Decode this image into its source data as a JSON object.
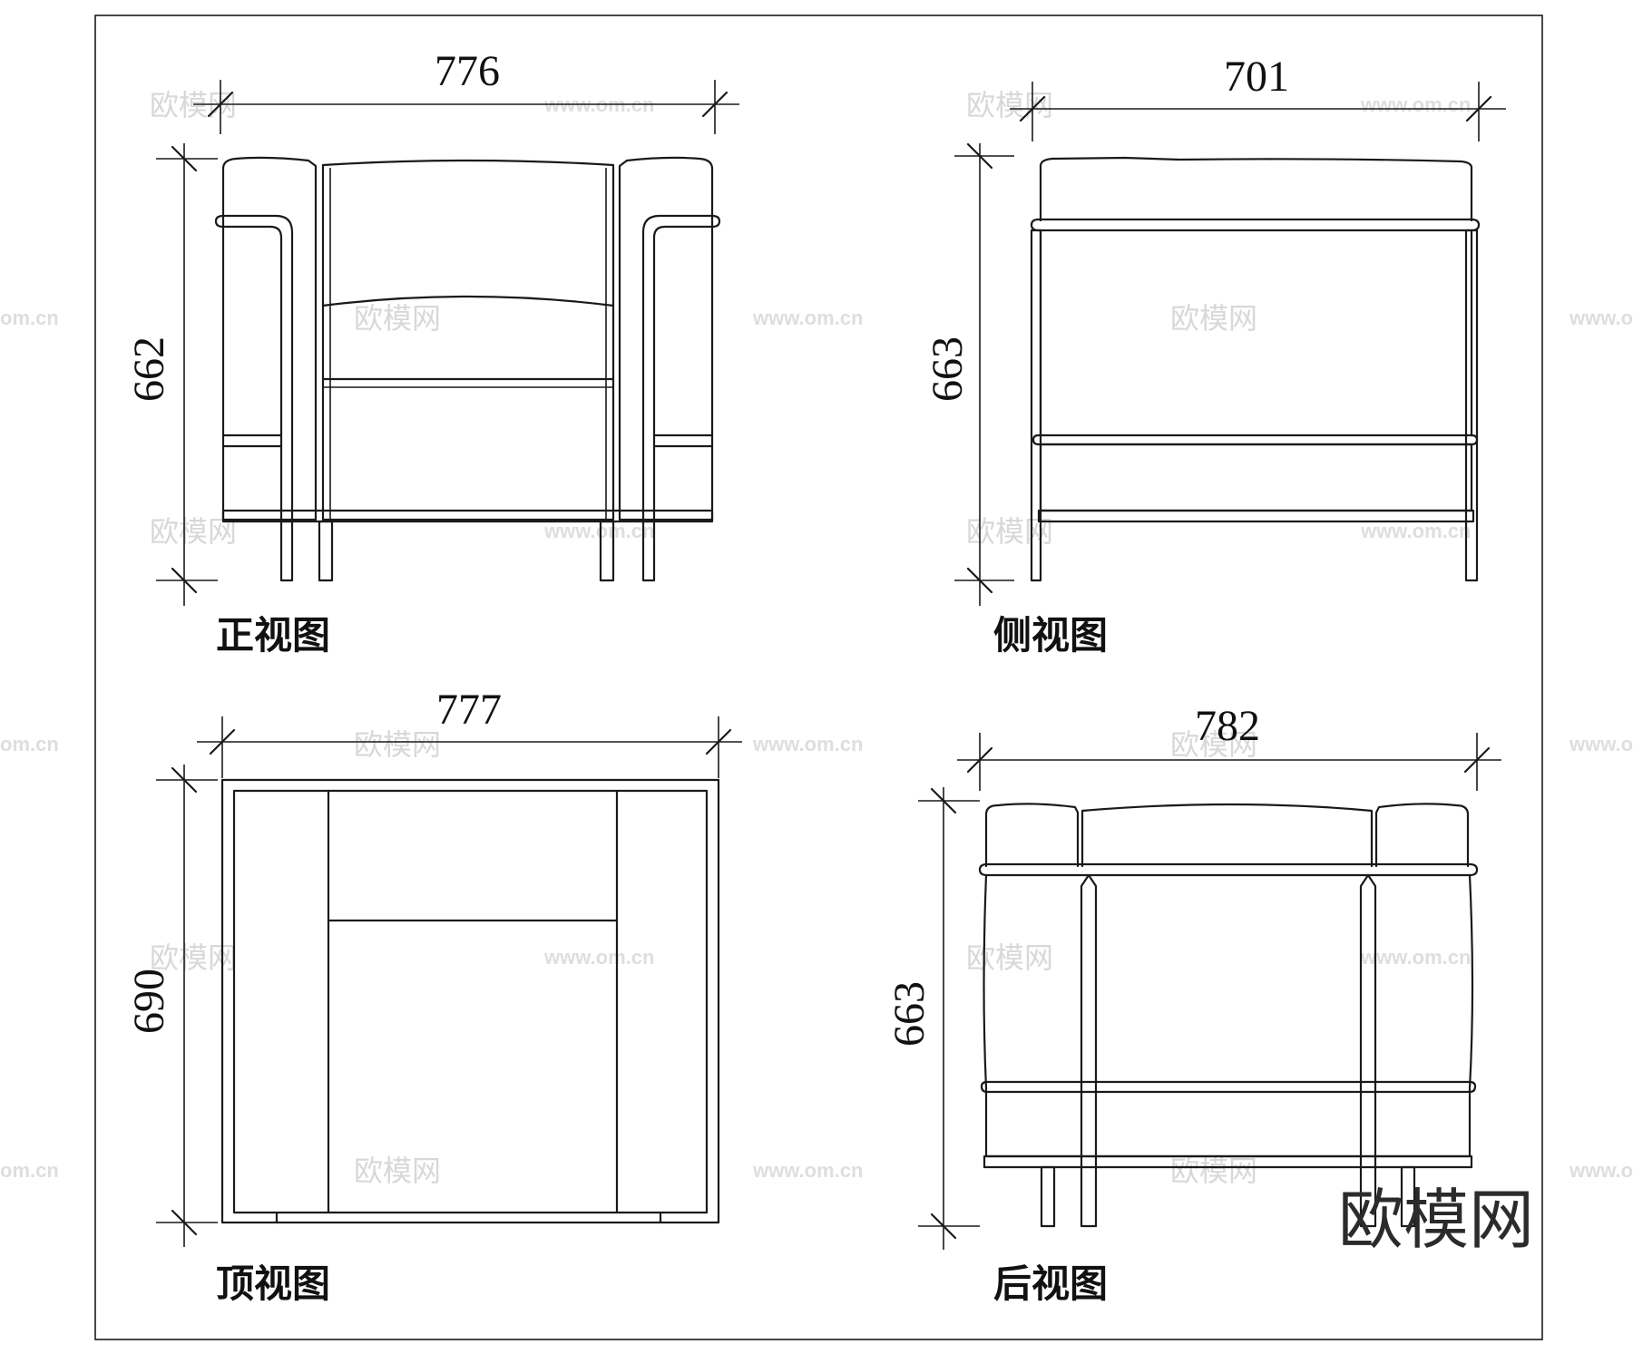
{
  "views": {
    "front": {
      "label": "正视图",
      "width_dim": "776",
      "height_dim": "662"
    },
    "side": {
      "label": "侧视图",
      "width_dim": "701",
      "height_dim": "663"
    },
    "top": {
      "label": "顶视图",
      "width_dim": "777",
      "height_dim": "690"
    },
    "back": {
      "label": "后视图",
      "width_dim": "782",
      "height_dim": "663"
    }
  },
  "watermark": {
    "text": "欧模网",
    "url": "www.om.cn",
    "url_short": "om.cn"
  },
  "brand": {
    "text": "欧模网"
  },
  "colors": {
    "line": "#1a1a1a",
    "background": "#ffffff",
    "watermark": "#d8d8d8"
  }
}
